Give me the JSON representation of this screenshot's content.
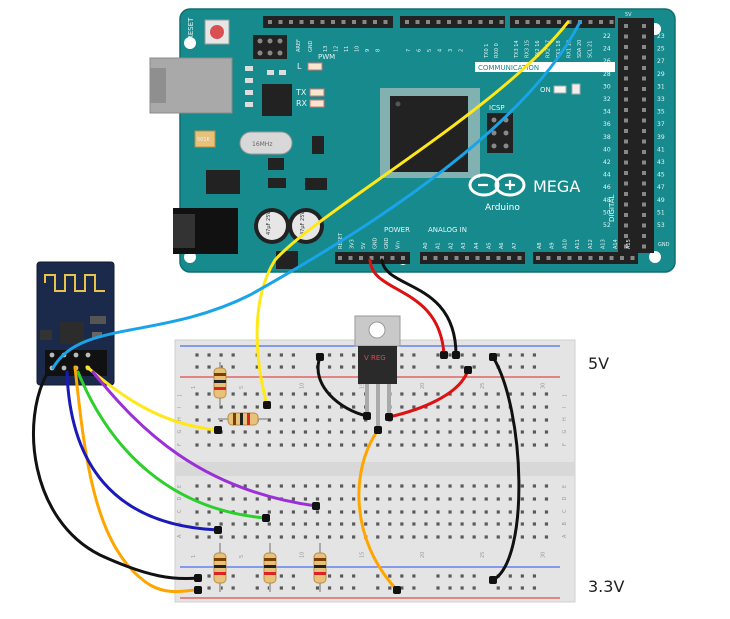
{
  "board": {
    "name": "MEGA",
    "brand": "Arduino",
    "reset_label": "RESET",
    "pwm_label": "PWM",
    "communication_label": "COMMUNICATION",
    "power_label": "POWER",
    "analog_label": "ANALOG IN",
    "digital_label": "DIGITAL",
    "icsp_label": "ICSP",
    "on_label": "ON",
    "l_label": "L",
    "tx_label": "TX",
    "rx_label": "RX",
    "aref_label": "AREF",
    "gnd_label": "GND",
    "v5_label": "5V",
    "comm_pins": [
      "TX0 1",
      "RX0 0",
      "TX3 14",
      "RX3 15",
      "TX2 16",
      "RX2 17",
      "TX1 18",
      "RX1 19",
      "SDA 20",
      "SCL 21"
    ],
    "pwm_pins": [
      "13",
      "12",
      "11",
      "10",
      "9",
      "8",
      "7",
      "6",
      "5",
      "4",
      "3",
      "2"
    ],
    "power_pins": [
      "RESET",
      "3V3",
      "5V",
      "GND",
      "GND",
      "Vin"
    ],
    "analog_pins": [
      "A0",
      "A1",
      "A2",
      "A3",
      "A4",
      "A5",
      "A6",
      "A7",
      "A8",
      "A9",
      "A10",
      "A11",
      "A12",
      "A13",
      "A14",
      "A15"
    ],
    "digital_left": [
      "22",
      "24",
      "26",
      "28",
      "30",
      "32",
      "34",
      "36",
      "38",
      "40",
      "42",
      "44",
      "46",
      "48",
      "50",
      "52"
    ],
    "digital_right": [
      "23",
      "25",
      "27",
      "29",
      "31",
      "33",
      "35",
      "37",
      "39",
      "41",
      "43",
      "45",
      "47",
      "49",
      "51",
      "53"
    ],
    "cap_labels": [
      "47µF 25V",
      "47µF 25V"
    ],
    "crystal_label": "16MHz",
    "resistor_label": "501K"
  },
  "regulator": {
    "label": "V REG"
  },
  "breadboard": {
    "col_numbers": [
      "1",
      "5",
      "10",
      "15",
      "20",
      "25",
      "30"
    ],
    "row_letters_top": [
      "J",
      "I",
      "H",
      "G",
      "F"
    ],
    "row_letters_bottom": [
      "E",
      "D",
      "C",
      "B",
      "A"
    ]
  },
  "labels": {
    "top_rail": "5V",
    "bottom_rail": "3.3V"
  },
  "colors": {
    "board": "#168a8c",
    "wire_yellow": "#ffe81a",
    "wire_blue": "#1aa4e8",
    "wire_red": "#dd1111",
    "wire_black": "#111111",
    "wire_orange": "#ffa500",
    "wire_purple": "#9b30d9",
    "wire_green": "#2ccf2c",
    "wire_navy": "#1a1ab8",
    "esp_module": "#1b2a4a"
  }
}
